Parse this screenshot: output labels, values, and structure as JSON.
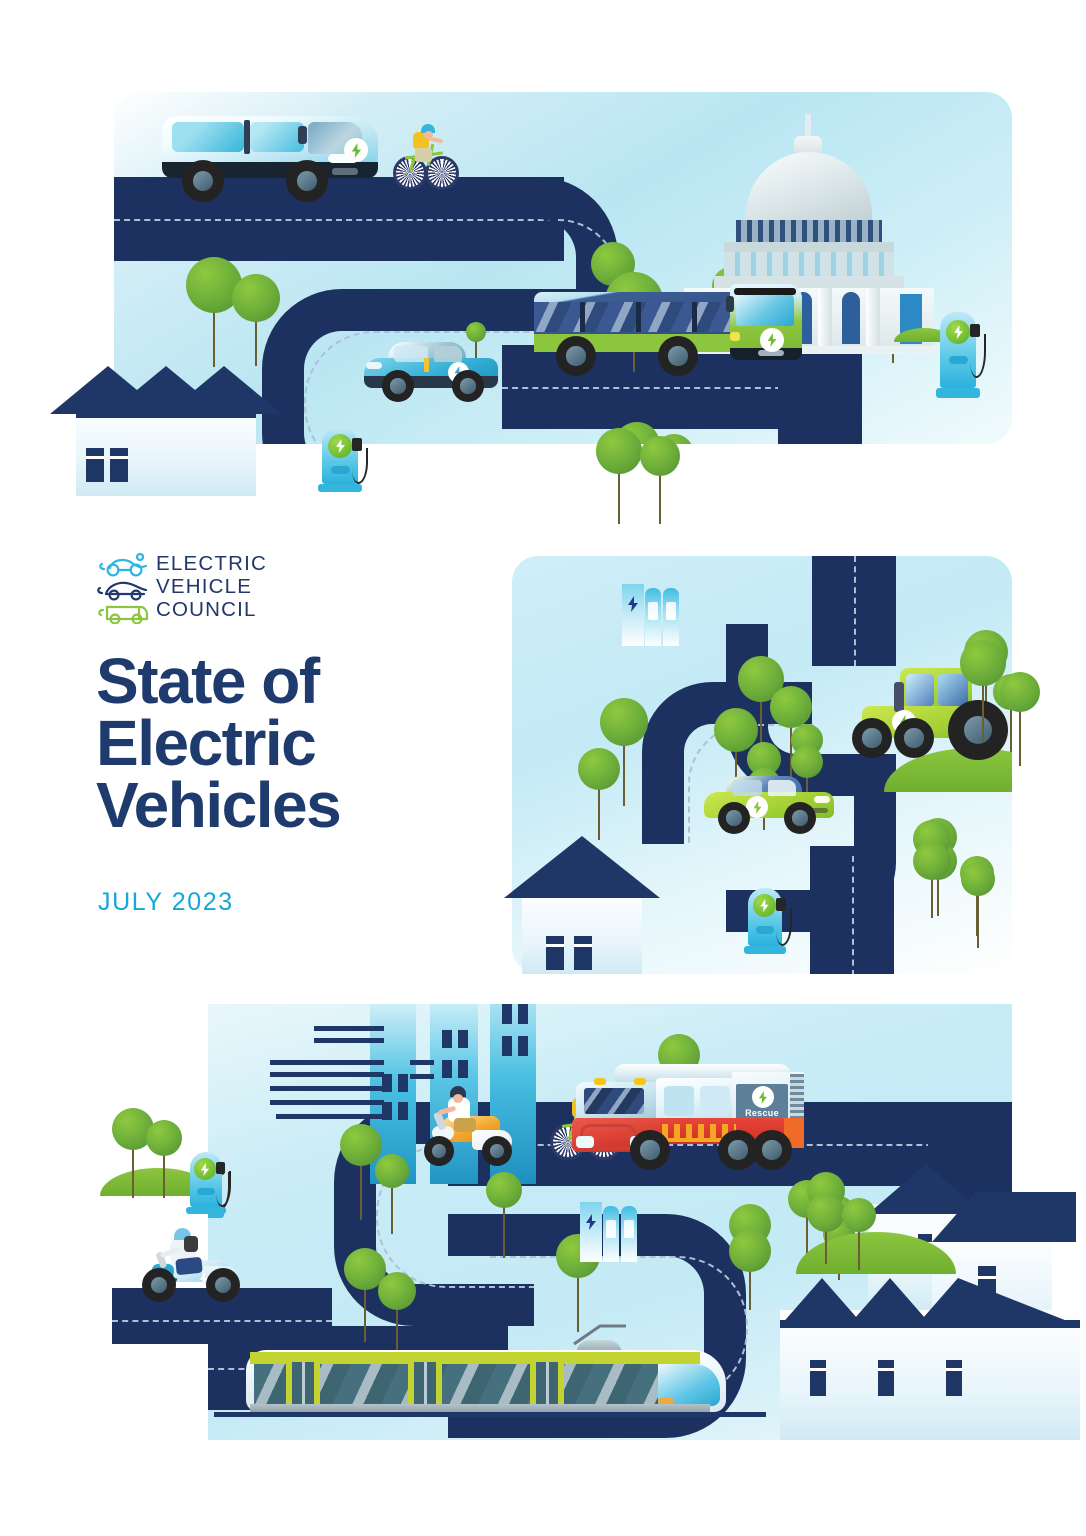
{
  "document": {
    "title_lines": [
      "State of",
      "Electric",
      "Vehicles"
    ],
    "subtitle": "JULY 2023",
    "title_color": "#1f3b6e",
    "subtitle_color": "#14a7d8"
  },
  "logo": {
    "name": "electric-vehicle-council-logo",
    "word_lines": [
      "ELECTRIC",
      "VEHICLE",
      "COUNCIL"
    ],
    "marks": [
      {
        "vehicle": "scooter",
        "color": "#2fb6de"
      },
      {
        "vehicle": "car",
        "color": "#22386a"
      },
      {
        "vehicle": "bus",
        "color": "#8cc63f"
      }
    ]
  },
  "palette": {
    "navy": "#1f3767",
    "road": "#1d3160",
    "sky_light": "#c3eaf5",
    "cyan": "#14a7d8",
    "green": "#8cc63f",
    "white": "#ffffff"
  },
  "panels": [
    {
      "id": "top",
      "name": "illustration-panel-top",
      "scene_items": [
        "electric-van",
        "cyclist",
        "electric-car",
        "electric-bus",
        "parliament-building",
        "charging-station",
        "houses",
        "trees",
        "winding-road"
      ]
    },
    {
      "id": "middle",
      "name": "illustration-panel-middle",
      "scene_items": [
        "battery-storage-unit",
        "electric-car-green",
        "electric-tractor",
        "house",
        "charging-station",
        "trees",
        "winding-road"
      ]
    },
    {
      "id": "bottom",
      "name": "illustration-panel-bottom",
      "scene_items": [
        "city-buildings",
        "charging-station",
        "electric-scooter",
        "cyclist",
        "electric-fire-truck",
        "electric-motorcycle",
        "light-rail-tram",
        "battery-storage-unit",
        "suburban-houses",
        "trees",
        "winding-road"
      ]
    }
  ],
  "labels": {
    "fire_truck_text": "Rescue",
    "bolt_glyph": "⚡"
  }
}
